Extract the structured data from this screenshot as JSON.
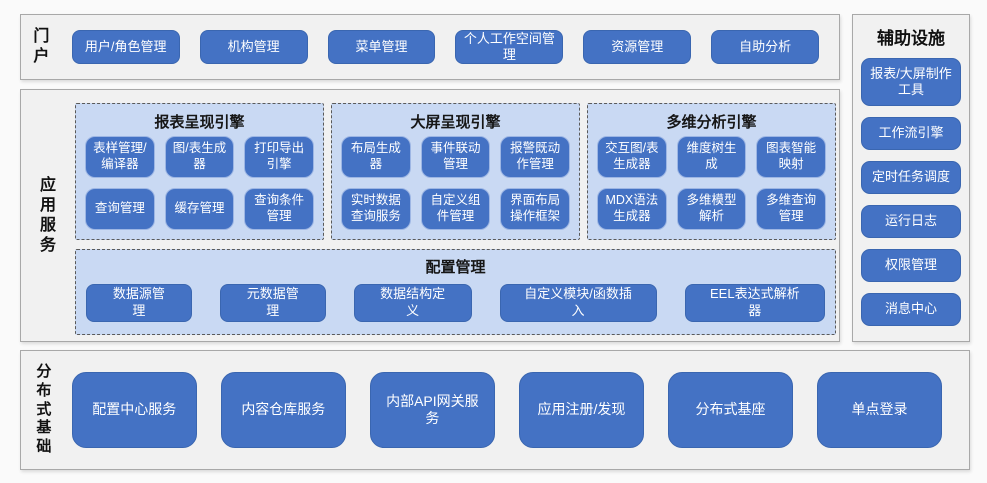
{
  "colors": {
    "accent": "#4472C4",
    "panel": "#C9D9F3",
    "section-bg": "#F1F1F1",
    "section-border": "#A8A8A8",
    "dash": "#5A5A5A"
  },
  "portal": {
    "label": "门户",
    "items": [
      "用户/角色管理",
      "机构管理",
      "菜单管理",
      "个人工作空间管理",
      "资源管理",
      "自助分析"
    ]
  },
  "app_services": {
    "label": "应用服务",
    "engines": [
      {
        "title": "报表呈现引擎",
        "rows": [
          [
            "表样管理/编译器",
            "图/表生成器",
            "打印导出引擎"
          ],
          [
            "查询管理",
            "缓存管理",
            "查询条件管理"
          ]
        ]
      },
      {
        "title": "大屏呈现引擎",
        "rows": [
          [
            "布局生成器",
            "事件联动管理",
            "报警既动作管理"
          ],
          [
            "实时数据查询服务",
            "自定义组件管理",
            "界面布局操作框架"
          ]
        ]
      },
      {
        "title": "多维分析引擎",
        "rows": [
          [
            "交互图/表生成器",
            "维度树生成",
            "图表智能映射"
          ],
          [
            "MDX语法生成器",
            "多维模型解析",
            "多维查询管理"
          ]
        ]
      }
    ],
    "config": {
      "title": "配置管理",
      "items": [
        "数据源管理",
        "元数据管理",
        "数据结构定义",
        "自定义模块/函数插入",
        "EEL表达式解析器"
      ]
    }
  },
  "auxiliary": {
    "title": "辅助设施",
    "items": [
      "报表/大屏制作工具",
      "工作流引擎",
      "定时任务调度",
      "运行日志",
      "权限管理",
      "消息中心"
    ]
  },
  "distributed": {
    "label": "分布式基础",
    "items": [
      "配置中心服务",
      "内容仓库服务",
      "内部API网关服务",
      "应用注册/发现",
      "分布式基座",
      "单点登录"
    ]
  }
}
